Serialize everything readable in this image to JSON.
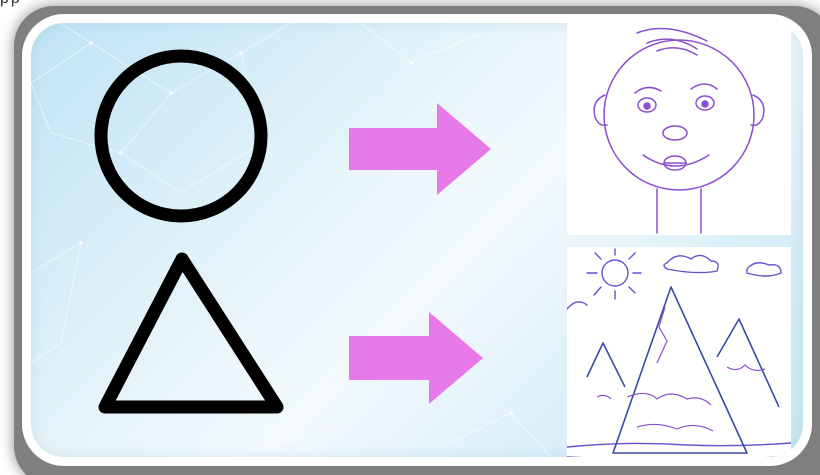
{
  "slide": {
    "top_text": "pp",
    "colors": {
      "background_gradient": [
        "#bfe3f4",
        "#f4fafd",
        "#c6e6f4"
      ],
      "shape_outline": "#000000",
      "arrow": "#e879e8",
      "drawing_stroke_face": "#8a4fd0",
      "drawing_stroke_mountains": "#4a55b8",
      "frame": "#ffffff"
    },
    "rows": [
      {
        "shape": "circle",
        "arrow": "arrow-right",
        "drawing": "face-drawing"
      },
      {
        "shape": "triangle",
        "arrow": "arrow-right",
        "drawing": "mountains-drawing"
      }
    ]
  }
}
